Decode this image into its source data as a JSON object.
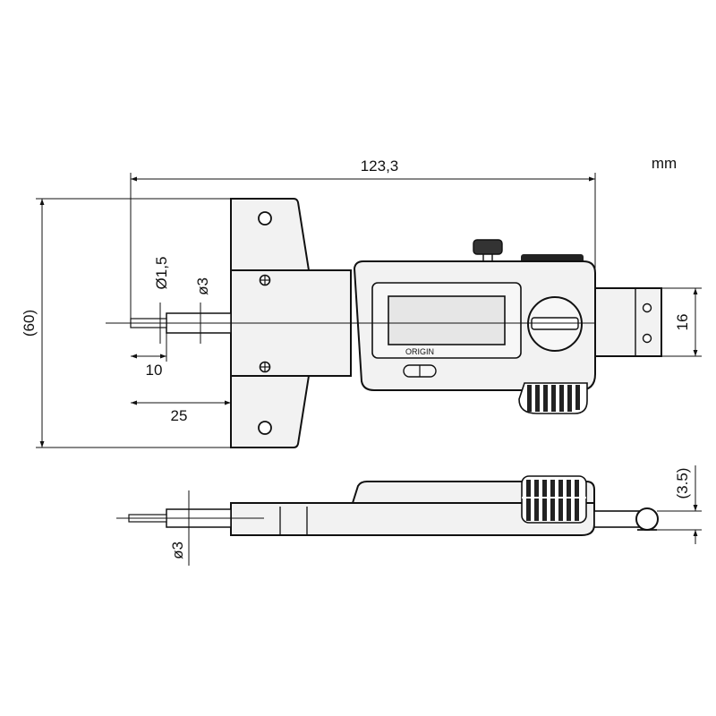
{
  "unit": "mm",
  "dimensions": {
    "overall_length": "123,3",
    "height": "(60)",
    "rod_diameter": "Ø1,5",
    "shank_diameter": "ø3",
    "tip_length": "10",
    "base_length": "25",
    "head_width": "16",
    "side_shank_diameter": "ø3",
    "side_height": "(3.5)"
  },
  "display": {
    "button_label": "ORIGIN"
  },
  "colors": {
    "line": "#111111",
    "body_fill": "#f2f2f2",
    "display_fill": "#e6e6e6",
    "knurl_fill": "#222222"
  }
}
